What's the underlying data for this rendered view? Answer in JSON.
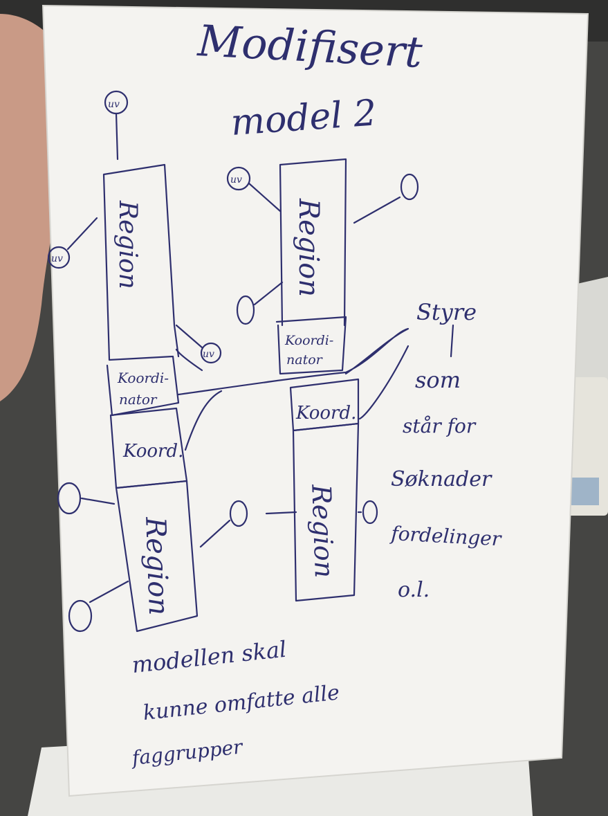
{
  "title_line1": "Modifisert",
  "title_line2": "model 2",
  "labels": {
    "region": "Region",
    "koordinator_1": "Koordi-",
    "koordinator_2": "nator",
    "koord": "Koord.",
    "uv": "uv"
  },
  "side_note": [
    "Styre",
    "som",
    "står for",
    "Søknader",
    "fordelinger",
    "o.l."
  ],
  "bottom_note": [
    "modellen skal",
    "kunne omfatte alle",
    "faggrupper"
  ]
}
